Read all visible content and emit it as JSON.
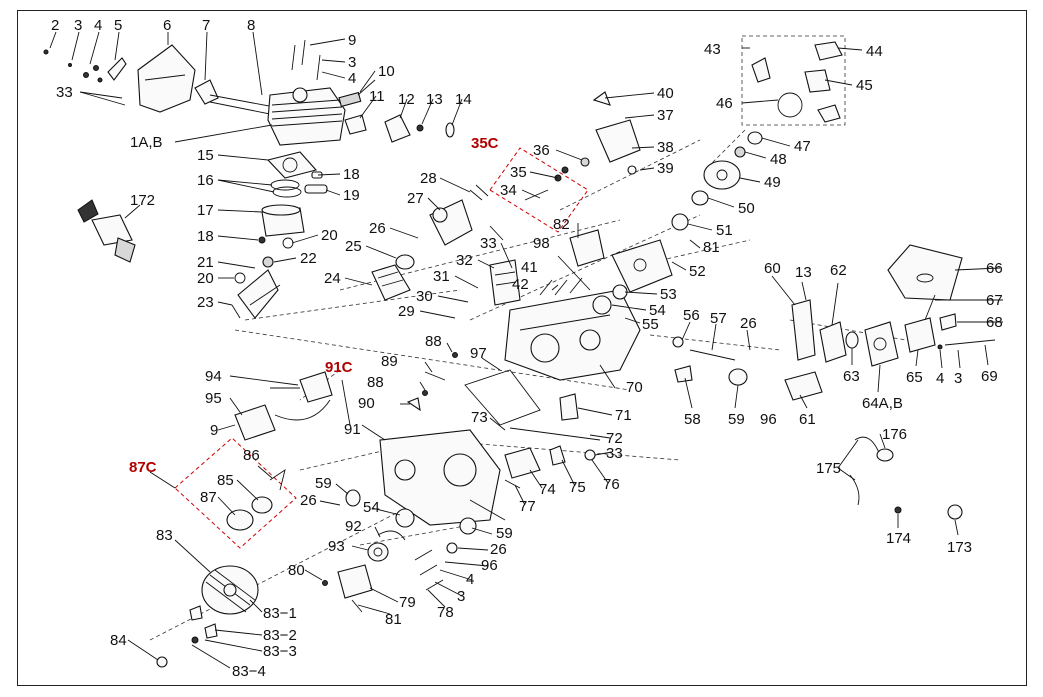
{
  "labels": {
    "p2": "2",
    "p3": "3",
    "p4": "4",
    "p5": "5",
    "p6": "6",
    "p7": "7",
    "p8": "8",
    "p9": "9",
    "p3b": "3",
    "p4b": "4",
    "p10": "10",
    "p11": "11",
    "p12": "12",
    "p13": "13",
    "p14": "14",
    "p33": "33",
    "p1ab": "1A,B",
    "p15": "15",
    "p16": "16",
    "p17": "17",
    "p18": "18",
    "p18b": "18",
    "p19": "19",
    "p20": "20",
    "p20b": "20",
    "p21": "21",
    "p22": "22",
    "p23": "23",
    "p24": "24",
    "p25": "25",
    "p26": "26",
    "p27": "27",
    "p28": "28",
    "p29": "29",
    "p30": "30",
    "p31": "31",
    "p32": "32",
    "p33b": "33",
    "p34": "34",
    "p35": "35",
    "p35c": "35C",
    "p36": "36",
    "p37": "37",
    "p38": "38",
    "p39": "39",
    "p40": "40",
    "p41": "41",
    "p42": "42",
    "p43": "43",
    "p44": "44",
    "p45": "45",
    "p46": "46",
    "p47": "47",
    "p48": "48",
    "p49": "49",
    "p50": "50",
    "p51": "51",
    "p52": "52",
    "p53": "53",
    "p54": "54",
    "p55": "55",
    "p56": "56",
    "p57": "57",
    "p26b": "26",
    "p58": "58",
    "p59": "59",
    "p60": "60",
    "p13b": "13",
    "p61": "61",
    "p62": "62",
    "p63": "63",
    "p64ab": "64A,B",
    "p65": "65",
    "p66": "66",
    "p67": "67",
    "p68": "68",
    "p69": "69",
    "p4c": "4",
    "p3c": "3",
    "p70": "70",
    "p71": "71",
    "p72": "72",
    "p73": "73",
    "p33c": "33",
    "p74": "74",
    "p75": "75",
    "p76": "76",
    "p77": "77",
    "p81": "81",
    "p82": "82",
    "p88": "88",
    "p88b": "88",
    "p89": "89",
    "p90": "90",
    "p91": "91",
    "p91c": "91C",
    "p94": "94",
    "p95": "95",
    "p96": "96",
    "p97": "97",
    "p98": "98",
    "p9b": "9",
    "p86": "86",
    "p85": "85",
    "p87": "87",
    "p87c": "87C",
    "p59b": "59",
    "p26c": "26",
    "p54b": "54",
    "p59c": "59",
    "p26d": "26",
    "p96b": "96",
    "p92": "92",
    "p93": "93",
    "p4d": "4",
    "p3d": "3",
    "p78": "78",
    "p79": "79",
    "p80": "80",
    "p81b": "81",
    "p83": "83",
    "p831": "83−1",
    "p832": "83−2",
    "p833": "83−3",
    "p834": "83−4",
    "p84": "84",
    "p172": "172",
    "p173": "173",
    "p174": "174",
    "p175": "175",
    "p176": "176"
  }
}
